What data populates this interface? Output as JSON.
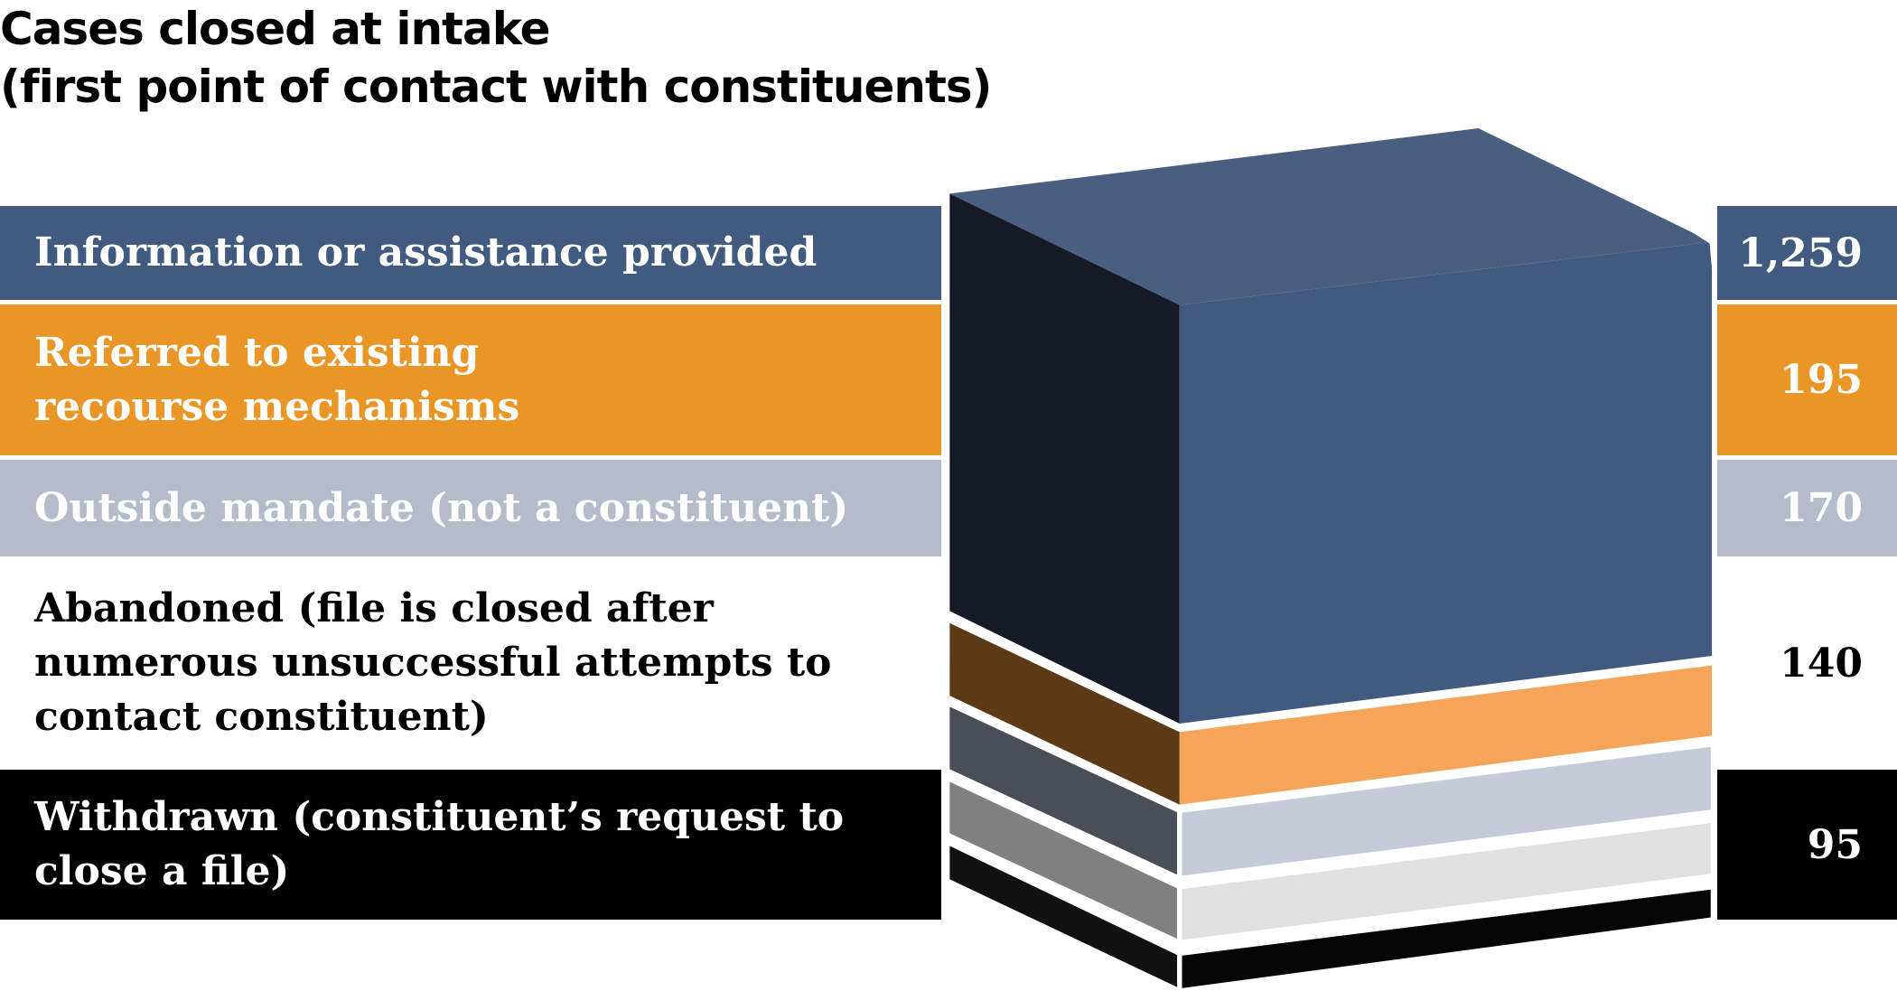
{
  "title_line1": "Cases closed at intake",
  "title_line2": "(first point of contact with constituents)",
  "chart_data": {
    "type": "table",
    "title": "Cases closed at intake (first point of contact with constituents)",
    "categories": [
      "Information or assistance provided",
      "Referred to existing recourse mechanisms",
      "Outside mandate (not a constituent)",
      "Abandoned (file is closed after numerous unsuccessful attempts to contact constituent)",
      "Withdrawn (constituent’s request to close a file)"
    ],
    "values": [
      1259,
      195,
      170,
      140,
      95
    ],
    "value_labels": [
      "1,259",
      "195",
      "170",
      "140",
      "95"
    ],
    "colors": [
      "#415a80",
      "#e99627",
      "#b4bccb",
      "#ffffff",
      "#000000"
    ]
  }
}
